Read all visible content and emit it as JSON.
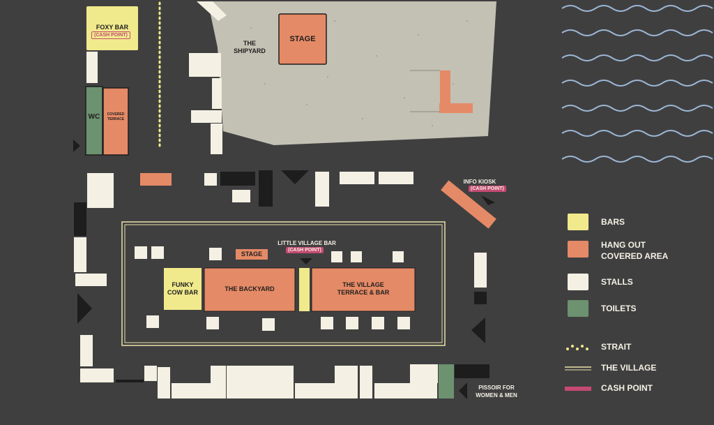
{
  "colors": {
    "background": "#403f40",
    "shipyard": "#c3c1b3",
    "bar_yellow": "#f1ea8c",
    "hangout_orange": "#e58a66",
    "stall_cream": "#f4f1e4",
    "toilet_green": "#6c9270",
    "black_block": "#1d1d1d",
    "strait_dots": "#f1ea8c",
    "village_outline": "#e9e3a8",
    "cash_point": "#c44a72",
    "water": "#9bb7d4"
  },
  "labels": {
    "foxy_bar": "FOXY BAR",
    "wc": "WC",
    "covered_terrace": "COVERED TERRACE",
    "the_shipyard": "THE SHIPYARD",
    "stage_main": "STAGE",
    "info_kiosk": "INFO KIOSK",
    "little_village_bar": "LITTLE VILLAGE BAR",
    "stage_small": "STAGE",
    "funky_cow_bar": "FUNKY COW BAR",
    "the_backyard": "THE BACKYARD",
    "village_terrace_bar": "THE VILLAGE TERRACE & BAR",
    "pissoir": "PISSOIR FOR WOMEN & MEN",
    "cash_point_tag": "(CASH POINT)"
  },
  "legend": {
    "bars": "BARS",
    "hangout": "HANG OUT COVERED AREA",
    "stalls": "STALLS",
    "toilets": "TOILETS",
    "strait": "STRAIT",
    "the_village": "THE VILLAGE",
    "cash_point": "CASH POINT"
  }
}
